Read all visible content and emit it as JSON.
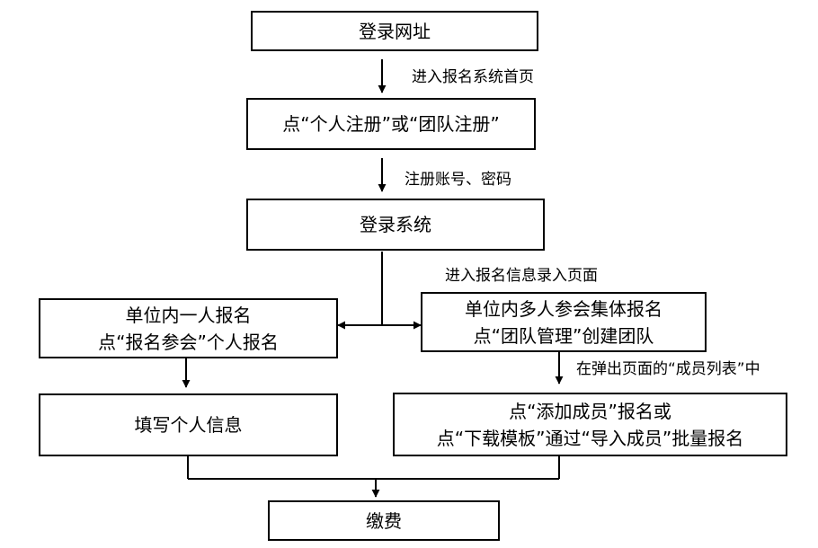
{
  "boxes": {
    "login_url": "登录网址",
    "register": "点“个人注册”或“团队注册”",
    "login_system": "登录系统",
    "individual_line1": "单位内一人报名",
    "individual_line2": "点“报名参会”个人报名",
    "group_line1": "单位内多人参会集体报名",
    "group_line2": "点“团队管理”创建团队",
    "fill_info": "填写个人信息",
    "add_member_line1": "点“添加成员”报名或",
    "add_member_line2": "点“下载模板”通过“导入成员”批量报名",
    "payment": "缴费"
  },
  "edge_labels": {
    "enter_homepage": "进入报名系统首页",
    "register_account": "注册账号、密码",
    "enter_info_page": "进入报名信息录入页面",
    "member_list": "在弹出页面的“成员列表”中"
  }
}
